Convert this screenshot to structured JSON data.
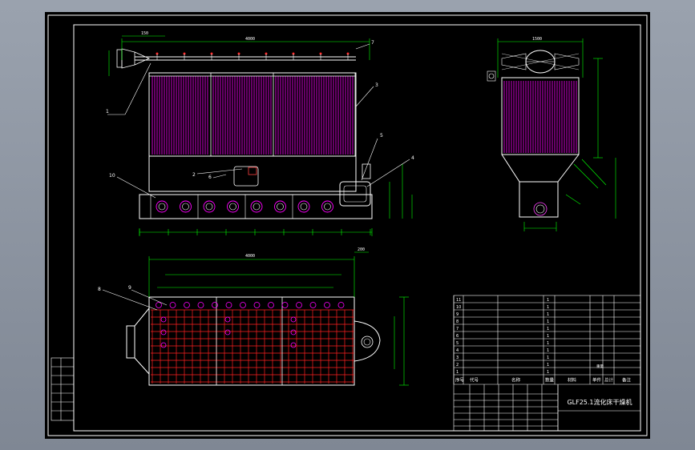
{
  "drawing": {
    "title": "GLF25.1 流化床干燥机",
    "colors": {
      "background": "#000000",
      "outline": "#ffffff",
      "cooling_tubes": "#ff00ff",
      "dimension": "#00ff00",
      "grid": "#ff2020",
      "leader": "#ffffff"
    }
  },
  "views": {
    "front": {
      "part_labels": [
        "1",
        "2",
        "3",
        "4",
        "5",
        "6",
        "7",
        "10"
      ],
      "top_dims": [
        "150",
        "4000"
      ]
    },
    "side": {
      "top_dims": [
        "1500"
      ]
    },
    "plan": {
      "part_labels": [
        "8",
        "9"
      ],
      "top_dims": [
        "4000",
        "200"
      ]
    }
  },
  "title_block": {
    "headers": [
      "序号",
      "代号",
      "名称",
      "数量",
      "材料",
      "单件",
      "总计",
      "备注"
    ],
    "weight_label": "重量",
    "drawing_title": "GLF25.1流化床干燥机",
    "rows": [
      {
        "no": "11",
        "name": "",
        "qty": "1",
        "material": "",
        "note": ""
      },
      {
        "no": "10",
        "name": "",
        "qty": "1",
        "material": "",
        "note": ""
      },
      {
        "no": "9",
        "name": "",
        "qty": "1",
        "material": "",
        "note": ""
      },
      {
        "no": "8",
        "name": "",
        "qty": "1",
        "material": "",
        "note": ""
      },
      {
        "no": "7",
        "name": "",
        "qty": "1",
        "material": "",
        "note": ""
      },
      {
        "no": "6",
        "name": "",
        "qty": "1",
        "material": "",
        "note": ""
      },
      {
        "no": "5",
        "name": "",
        "qty": "1",
        "material": "",
        "note": ""
      },
      {
        "no": "4",
        "name": "",
        "qty": "1",
        "material": "",
        "note": ""
      },
      {
        "no": "3",
        "name": "",
        "qty": "1",
        "material": "",
        "note": ""
      },
      {
        "no": "2",
        "name": "",
        "qty": "1",
        "material": "",
        "note": ""
      },
      {
        "no": "1",
        "name": "",
        "qty": "1",
        "material": "",
        "note": ""
      }
    ]
  }
}
